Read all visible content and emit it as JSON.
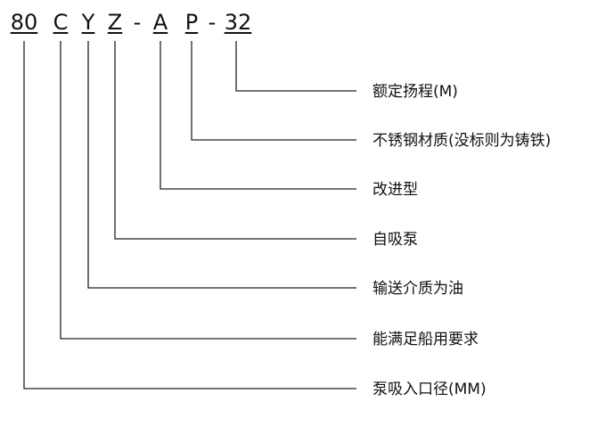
{
  "model_code": {
    "parts": [
      "80",
      "C",
      "Y",
      "Z",
      "-",
      "A",
      "P",
      "-",
      "32"
    ]
  },
  "legend": [
    "额定扬程(M)",
    "不锈钢材质(没标则为铸铁)",
    "改进型",
    "自吸泵",
    "输送介质为油",
    "能满足船用要求",
    "泵吸入口径(MM)"
  ]
}
